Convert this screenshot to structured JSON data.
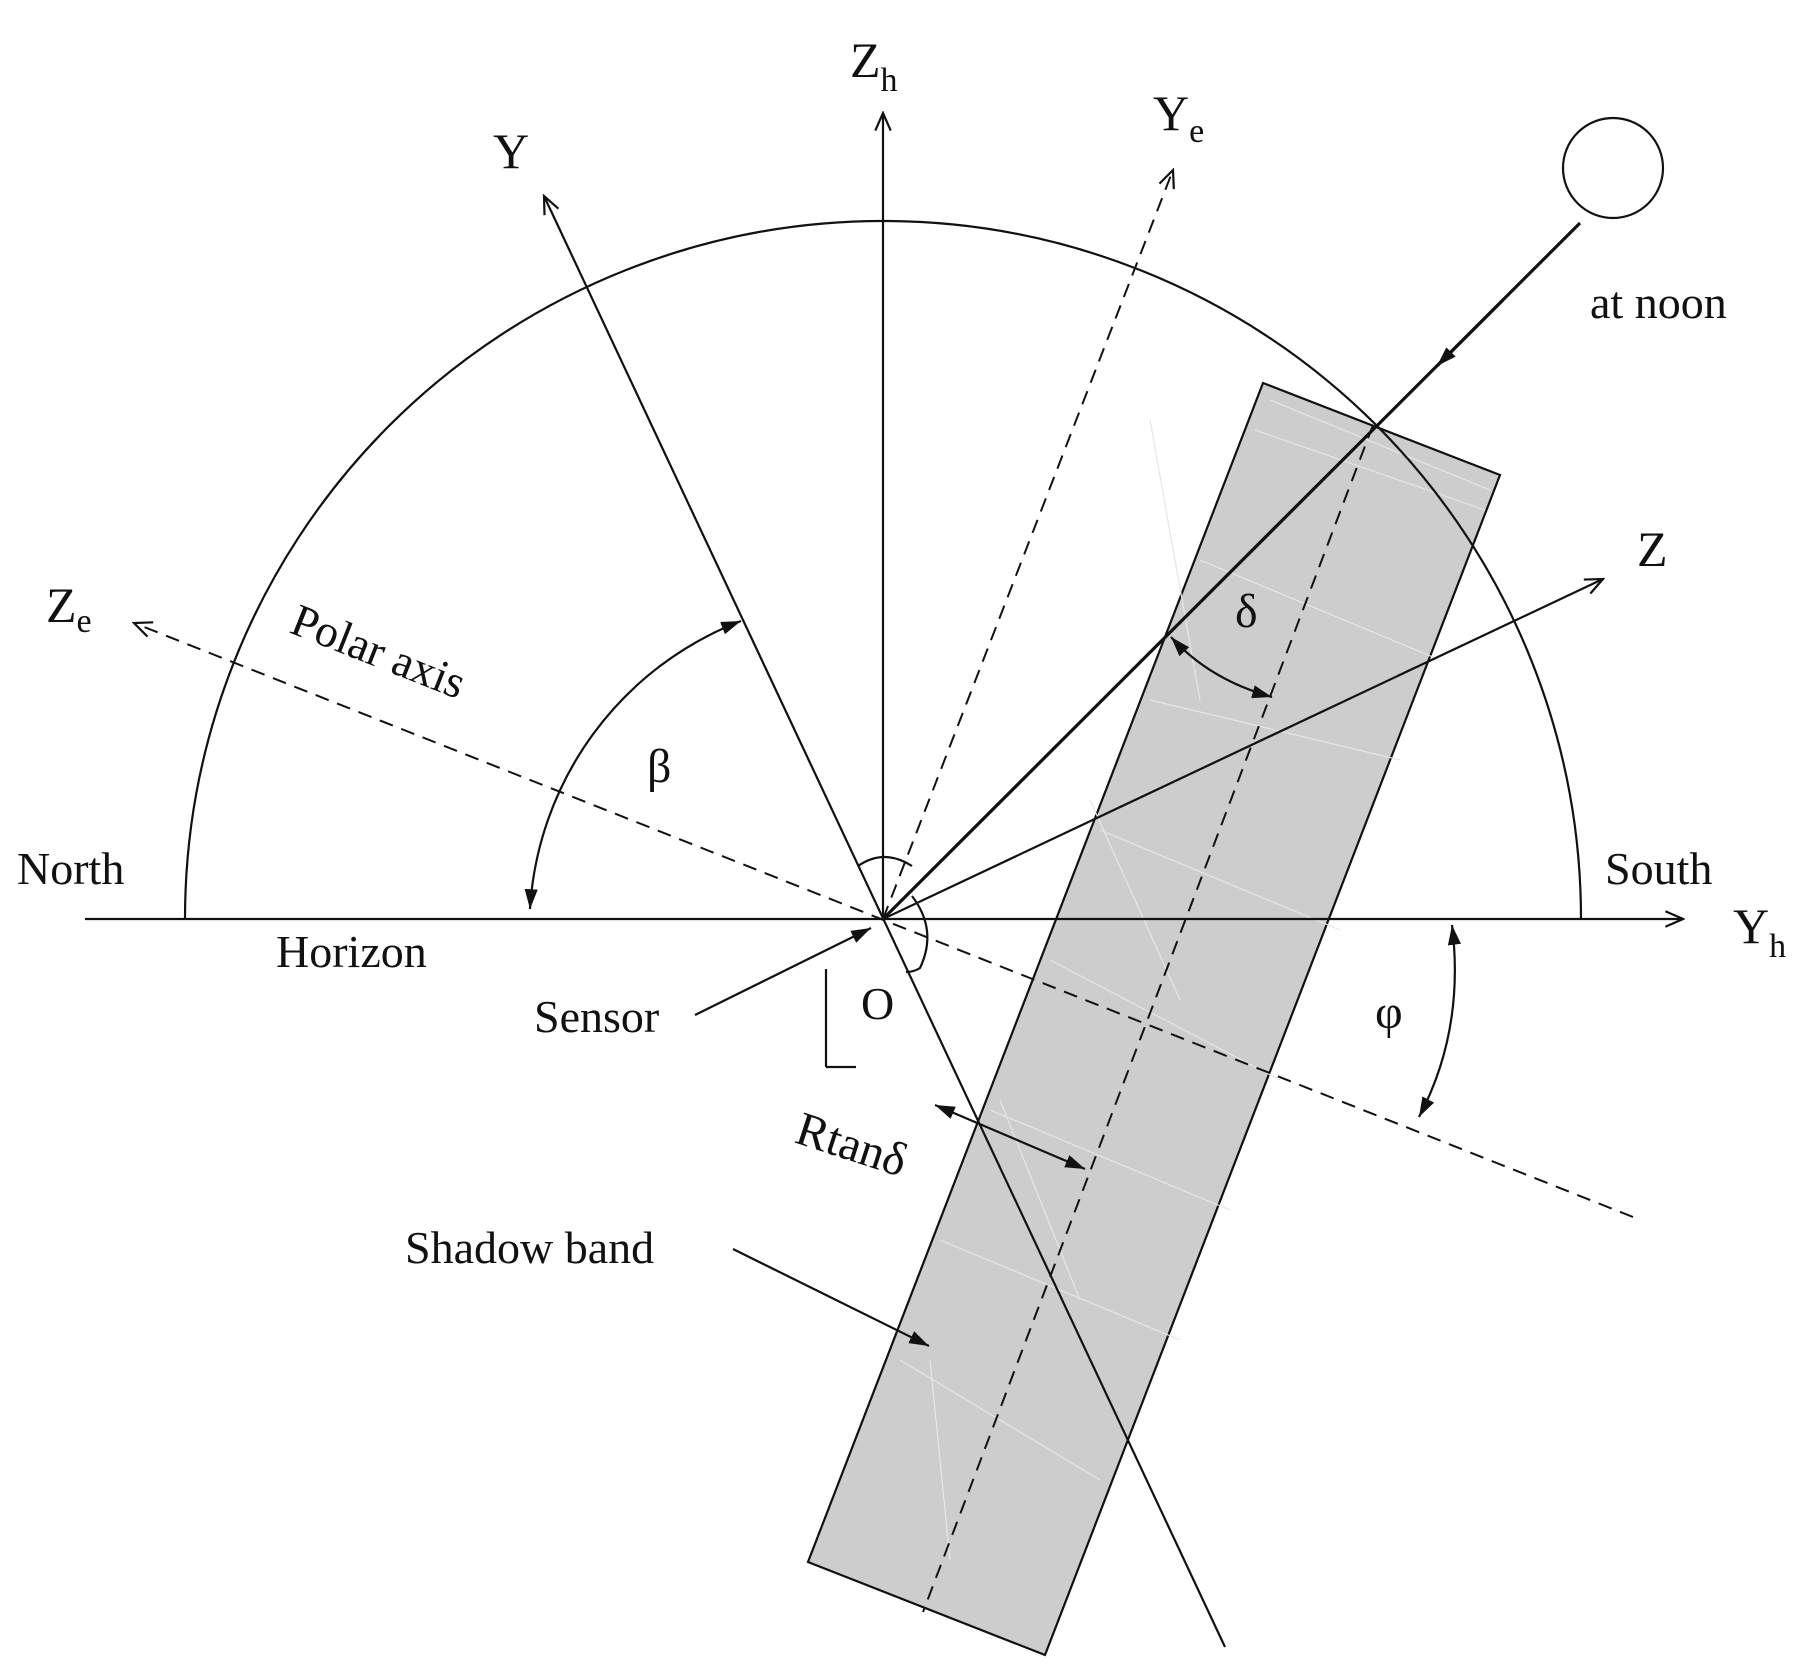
{
  "labels": {
    "zh": "Z",
    "zh_sub": "h",
    "y": "Y",
    "ye": "Y",
    "ye_sub": "e",
    "ze": "Z",
    "ze_sub": "e",
    "z": "Z",
    "yh": "Y",
    "yh_sub": "h",
    "at_noon": "at noon",
    "polar_axis": "Polar axis",
    "beta": "β",
    "delta": "δ",
    "phi": "φ",
    "north": "North",
    "south": "South",
    "horizon": "Horizon",
    "sensor": "Sensor",
    "origin": "O",
    "rtan": "Rtanδ",
    "shadow_band": "Shadow band"
  },
  "colors": {
    "line": "#111111",
    "band_fill": "#cdcdcd",
    "background": "#ffffff"
  }
}
